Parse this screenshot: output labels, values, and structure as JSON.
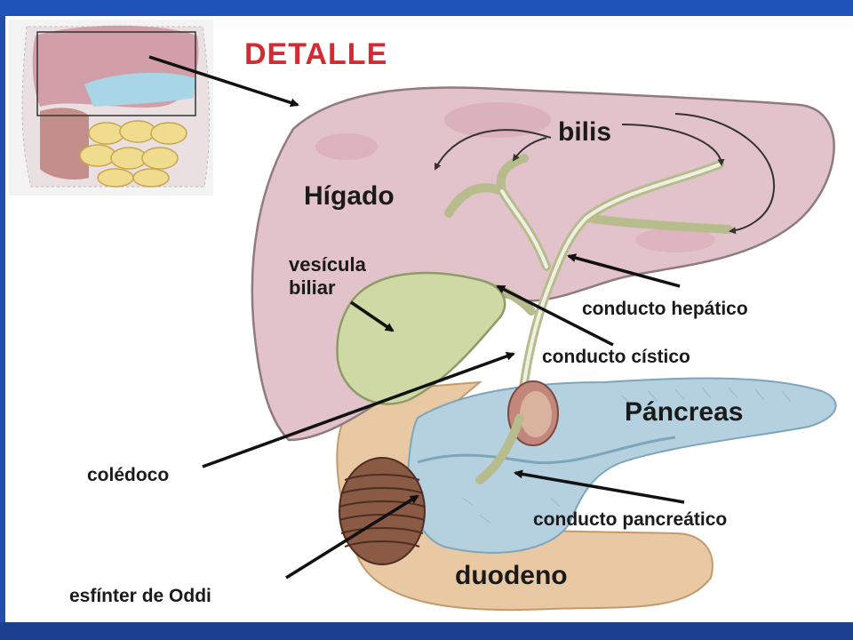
{
  "title": "DETALLE",
  "labels": {
    "bilis": "bilis",
    "higado": "Hígado",
    "vesicula_line1": "vesícula",
    "vesicula_line2": "biliar",
    "conducto_hepatico": "conducto hepático",
    "conducto_cistico": "conducto cístico",
    "pancreas": "Páncreas",
    "coledoco": "colédoco",
    "conducto_pancreatico": "conducto pancreático",
    "esfinter": "esfínter de Oddi",
    "duodeno": "duodeno"
  },
  "colors": {
    "frame_blue": "#1e53b5",
    "title_red": "#d42b33",
    "liver": "#e2c3cb",
    "gallbladder": "#cfd9a6",
    "pancreas": "#b5d0de",
    "duodenum": "#e9c9a4"
  }
}
